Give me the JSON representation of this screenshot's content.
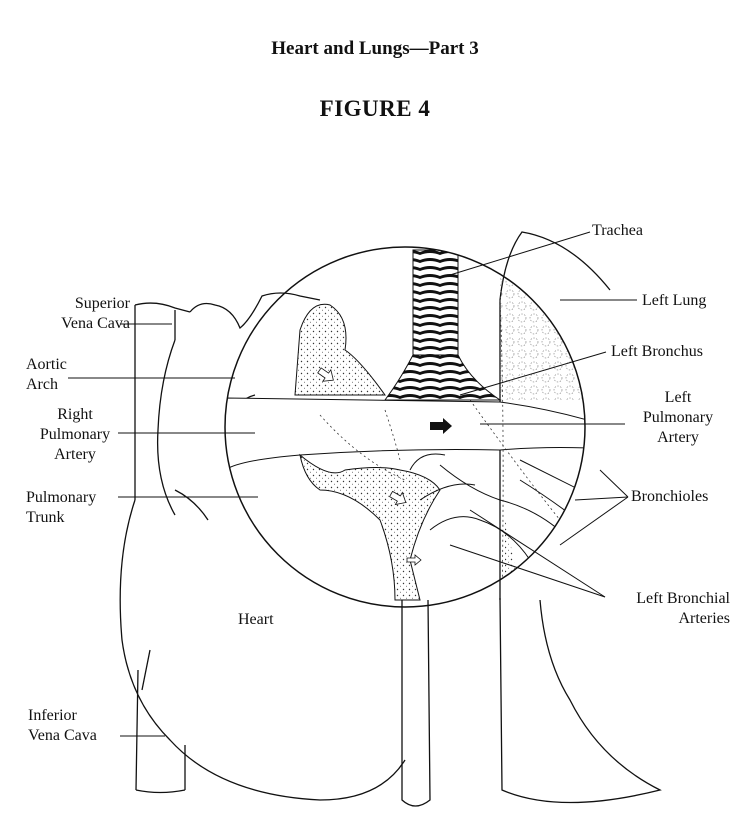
{
  "header": {
    "title": "Heart and Lungs—Part 3",
    "figure": "FIGURE 4"
  },
  "labels": {
    "superior_vena_cava": [
      "Superior",
      "Vena Cava"
    ],
    "aortic_arch": [
      "Aortic",
      "Arch"
    ],
    "right_pulmonary_artery": [
      "Right",
      "Pulmonary",
      "Artery"
    ],
    "pulmonary_trunk": [
      "Pulmonary",
      "Trunk"
    ],
    "inferior_vena_cava": [
      "Inferior",
      "Vena Cava"
    ],
    "heart": "Heart",
    "trachea": "Trachea",
    "left_lung": "Left Lung",
    "left_bronchus": "Left Bronchus",
    "left_pulmonary_artery": [
      "Left",
      "Pulmonary",
      "Artery"
    ],
    "bronchioles": "Bronchioles",
    "left_bronchial_arteries": [
      "Left Bronchial",
      "Arteries"
    ]
  }
}
